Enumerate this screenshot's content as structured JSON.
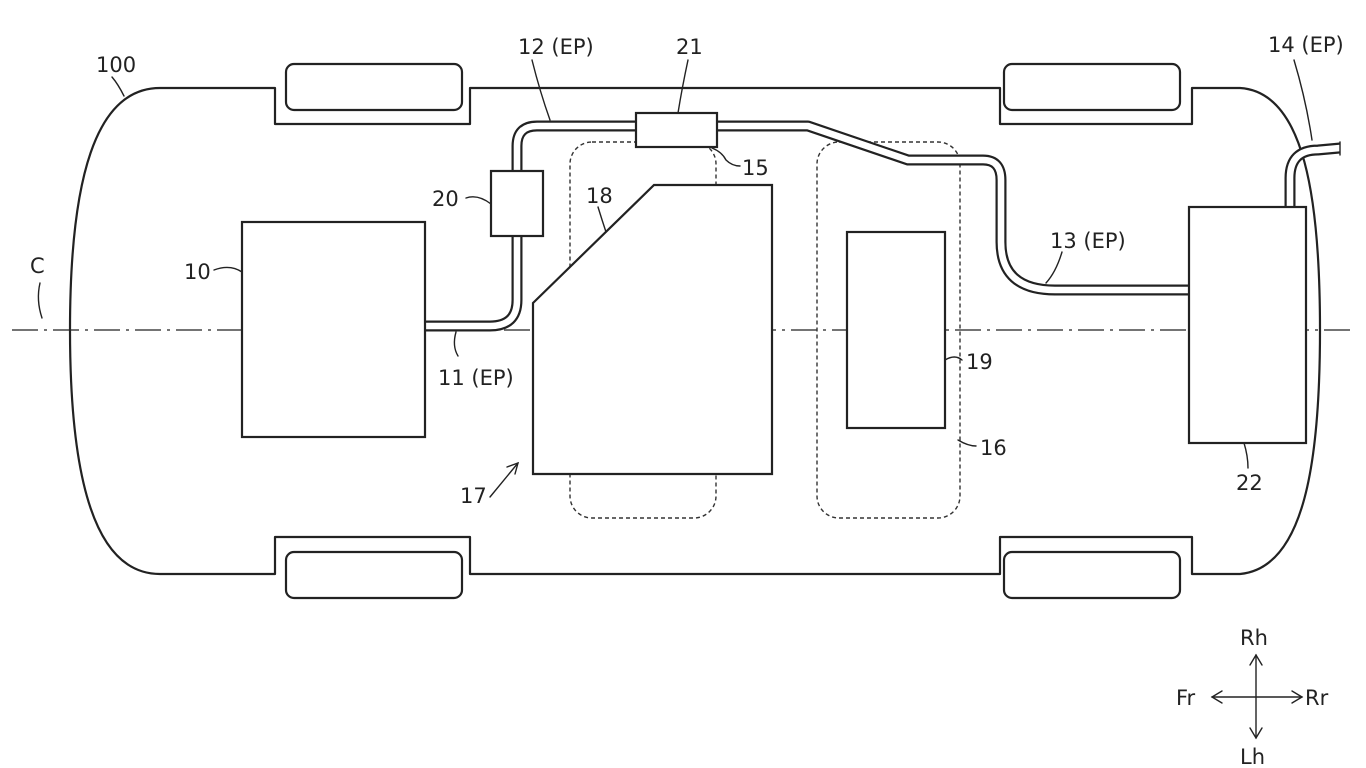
{
  "labels": {
    "vehicle": "100",
    "centerline": "C",
    "unit_10": "10",
    "pipe_11": "11 (EP)",
    "pipe_12": "12 (EP)",
    "pipe_13": "13 (EP)",
    "pipe_14": "14 (EP)",
    "region_15": "15",
    "region_16": "16",
    "region_17": "17",
    "part_18": "18",
    "part_19": "19",
    "part_20": "20",
    "part_21": "21",
    "part_22": "22"
  },
  "direction_indicator": {
    "front": "Fr",
    "rear": "Rr",
    "right": "Rh",
    "left": "Lh"
  }
}
